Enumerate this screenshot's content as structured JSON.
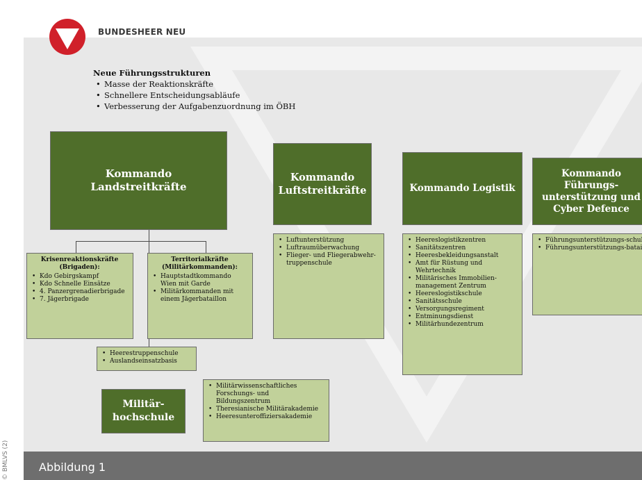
{
  "brand": "BUNDESHEER NEU",
  "intro": {
    "title": "Neue Führungsstrukturen",
    "points": [
      "Masse der Reaktionskräfte",
      "Schnellere Entscheidungsabläufe",
      "Verbesserung der Aufgabenzuordnung im ÖBH"
    ]
  },
  "commands": {
    "land": "Kommando Landstreitkräfte",
    "luft": "Kommando Luftstreitkräfte",
    "logistik": "Kommando Logistik",
    "fuehrung": "Kommando Führungs-unterstützung und Cyber Defence",
    "mil": "Militär-hochschule"
  },
  "boxes": {
    "krisen": {
      "title": "Krisenreaktionskräfte (Brigaden):",
      "items": [
        "Kdo Gebirgskampf",
        "Kdo Schnelle Einsätze",
        "4. Panzergrenadierbrigade",
        "7. Jägerbrigade"
      ]
    },
    "territorial": {
      "title": "Territorialkräfte (Militärkommanden):",
      "items": [
        "Hauptstadtkommando Wien mit Garde",
        "Militärkommanden mit einem Jägerbataillon"
      ]
    },
    "heeres": {
      "items": [
        "Heerestruppenschule",
        "Auslandseinsatzbasis"
      ]
    },
    "luft": {
      "items": [
        "Luftunterstützung",
        "Luftraumüberwachung",
        "Flieger- und Fliegerabwehr-truppenschule"
      ]
    },
    "logistik": {
      "items": [
        "Heereslogistikzentren",
        "Sanitätszentren",
        "Heeresbekleidungsanstalt",
        "Amt für Rüstung und Wehrtechnik",
        "Militärisches Immobilien-management Zentrum",
        "Heereslogistikschule",
        "Sanitätsschule",
        "Versorgungsregiment",
        "Entminungsdienst",
        "Militärhundezentrum"
      ]
    },
    "fuehrung": {
      "items": [
        "Führungsunterstützungs-schule",
        "Führungsunterstützungs-bataillone"
      ]
    },
    "mil": {
      "items": [
        "Militärwissenschaftliches Forschungs- und Bildungszentrum",
        "Theresianische Militärakademie",
        "Heeresunteroffiziersakademie"
      ]
    }
  },
  "caption": "Abbildung 1",
  "credit": "© BMLVS (2)",
  "colors": {
    "command": "#4f6e2a",
    "subunit": "#c1d19a",
    "background": "#e8e8e8",
    "caption_bar": "#6e6e6e",
    "logo_red": "#d0202a"
  }
}
